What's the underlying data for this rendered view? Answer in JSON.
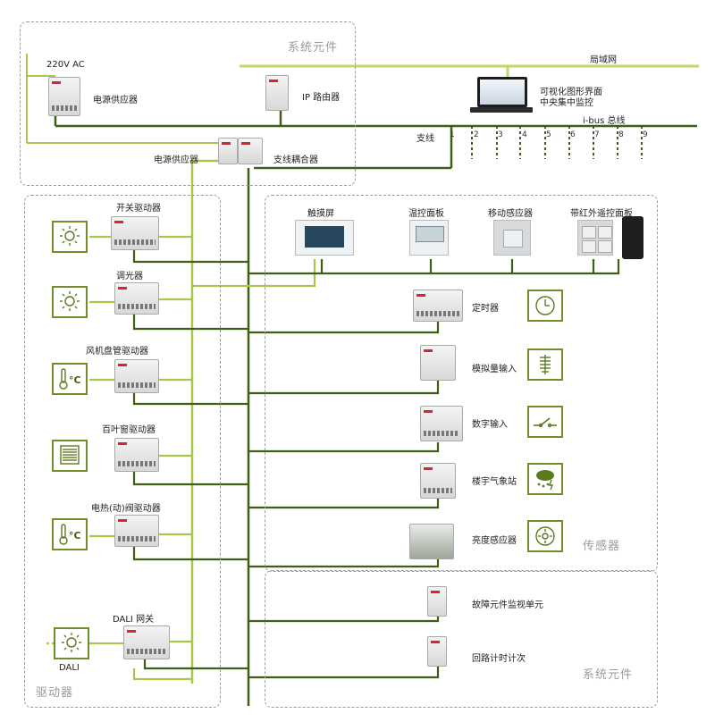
{
  "groups": {
    "system_top": "系统元件",
    "actuators": "驱动器",
    "sensors": "传感器",
    "system_bottom": "系统元件"
  },
  "network": {
    "lan": "局域网",
    "ibus": "i-bus 总线",
    "branch": "支线",
    "ports": [
      "1",
      "2",
      "3",
      "4",
      "5",
      "6",
      "7",
      "8",
      "9"
    ],
    "ac": "220V AC"
  },
  "system_components": {
    "power_supply_top": "电源供应器",
    "ip_router": "IP 路由器",
    "visual_gui": "可视化图形界面",
    "central_monitor": "中央集中监控",
    "power_supply_mid": "电源供应器",
    "line_coupler": "支线耦合器"
  },
  "panels": {
    "touchscreen": "触摸屏",
    "thermostat": "温控面板",
    "motion": "移动感应器",
    "ir_panel": "带红外遥控面板"
  },
  "actuators": {
    "switch": "开关驱动器",
    "dimmer": "调光器",
    "fancoil": "风机盘管驱动器",
    "blind": "百叶窗驱动器",
    "valve": "电热(动)阀驱动器",
    "dali_gw": "DALI 网关",
    "dali": "DALI"
  },
  "sensors": {
    "timer": "定时器",
    "analog": "模拟量输入",
    "digital": "数字输入",
    "weather": "楼宇气象站",
    "brightness": "亮度感应器"
  },
  "system_bottom_items": {
    "fault_monitor": "故障元件监视单元",
    "loop_timer": "回路计时计次"
  },
  "icons": {
    "light_1": "light-bulb-icon",
    "light_2": "light-bulb-icon",
    "fancoil": "thermometer-icon",
    "blind": "blind-icon",
    "valve": "thermometer-icon",
    "dali": "light-bulb-icon",
    "timer": "clock-icon",
    "analog": "thermometer-scale-icon",
    "digital": "switch-icon",
    "weather": "weather-cloud-icon",
    "brightness": "brightness-sun-icon"
  },
  "colors": {
    "bus_dark": "#3f5e16",
    "bus_light": "#a8c84a",
    "icon_border": "#6f8f2a"
  }
}
